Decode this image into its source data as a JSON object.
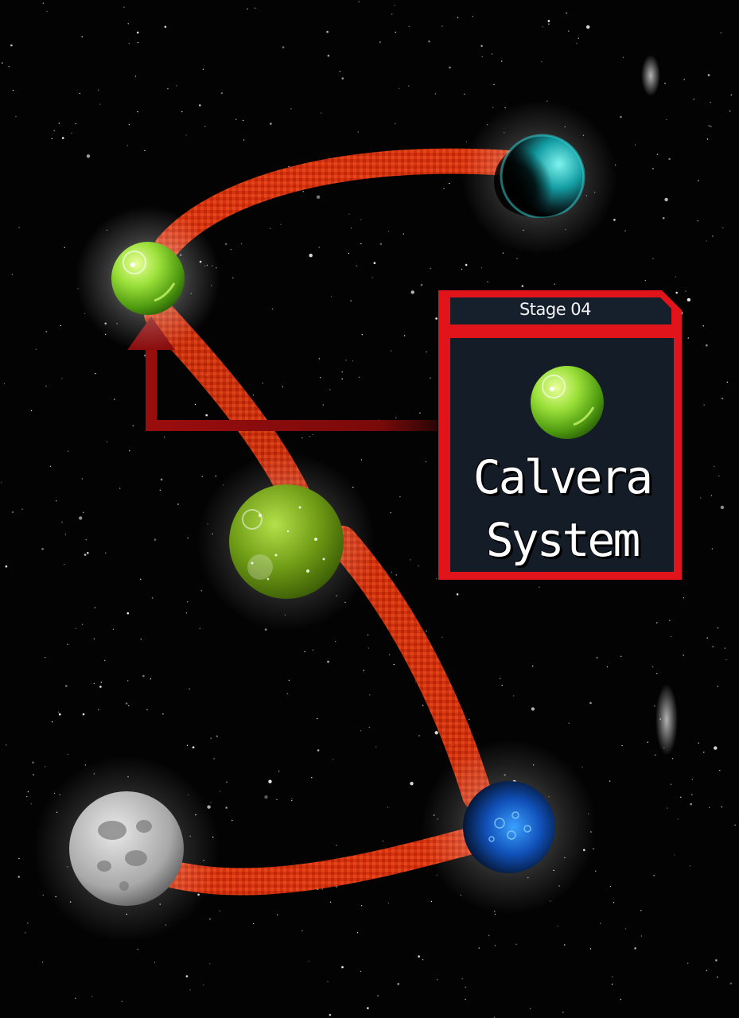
{
  "stage_panel": {
    "stage_label": "Stage 04",
    "name_line1": "Calvera",
    "name_line2": "System"
  },
  "map": {
    "planets": [
      {
        "id": "cyan-planet",
        "color": "#19c6c8"
      },
      {
        "id": "calvera-planet",
        "color": "#8fe02a",
        "selected": true
      },
      {
        "id": "green-sparkle-planet",
        "color": "#7fbf1f"
      },
      {
        "id": "blue-planet",
        "color": "#1f6fe0"
      },
      {
        "id": "moon-planet",
        "color": "#c8c8c8"
      }
    ],
    "path_color": "#e2360f",
    "selector_arrow_color": "#8a0c0c"
  },
  "colors": {
    "panel_border": "#e0141a",
    "panel_bg": "#131c27"
  }
}
